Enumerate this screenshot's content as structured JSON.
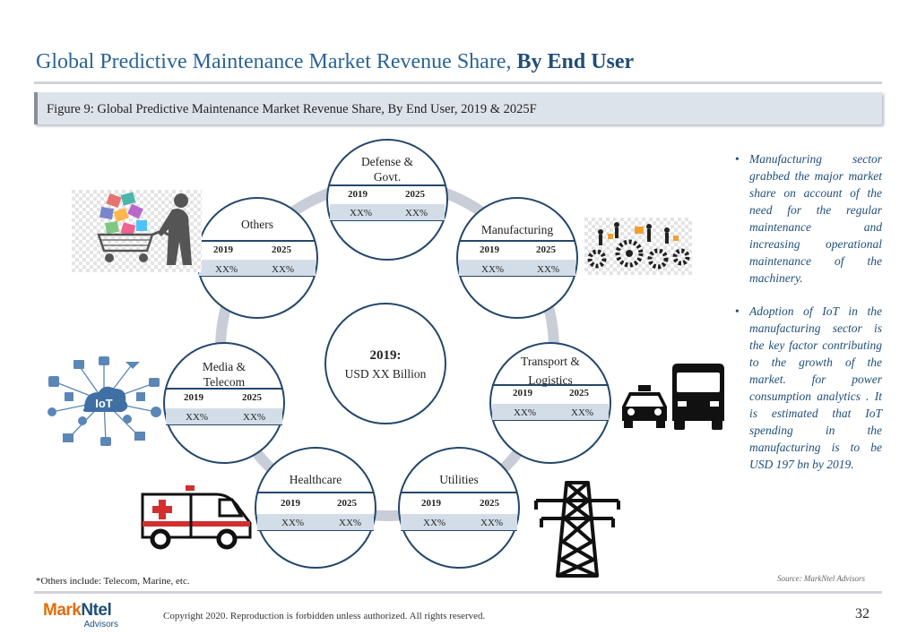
{
  "page": {
    "title_regular": "Global Predictive Maintenance Market Revenue Share, ",
    "title_bold": "By End User",
    "figure_caption": "Figure 9: Global Predictive Maintenance Market Revenue Share, By End User, 2019 & 2025F",
    "footnote": "*Others include: Telecom, Marine, etc.",
    "source": "Source: MarkNtel Advisors",
    "copyright": "Copyright 2020. Reproduction is forbidden unless authorized. All rights reserved.",
    "page_number": "32",
    "logo_part1": "Mark",
    "logo_part2": "Ntel",
    "logo_sub": "Advisors"
  },
  "center": {
    "title": "2019:",
    "value": "USD XX Billion"
  },
  "segments": [
    {
      "name_line1": "Defense &",
      "name_line2": "Govt.",
      "year1": "2019",
      "year2": "2025",
      "val1": "XX%",
      "val2": "XX%"
    },
    {
      "name_line1": "Manufacturing",
      "name_line2": "",
      "year1": "2019",
      "year2": "2025",
      "val1": "XX%",
      "val2": "XX%"
    },
    {
      "name_line1": "Transport &",
      "name_line2": "Logistics",
      "year1": "2019",
      "year2": "2025",
      "val1": "XX%",
      "val2": "XX%"
    },
    {
      "name_line1": "Utilities",
      "name_line2": "",
      "year1": "2019",
      "year2": "2025",
      "val1": "XX%",
      "val2": "XX%"
    },
    {
      "name_line1": "Healthcare",
      "name_line2": "",
      "year1": "2019",
      "year2": "2025",
      "val1": "XX%",
      "val2": "XX%"
    },
    {
      "name_line1": "Media &",
      "name_line2": "Telecom",
      "year1": "2019",
      "year2": "2025",
      "val1": "XX%",
      "val2": "XX%"
    },
    {
      "name_line1": "Others",
      "name_line2": "",
      "year1": "2019",
      "year2": "2025",
      "val1": "XX%",
      "val2": "XX%"
    }
  ],
  "bullets": [
    "Manufacturing sector grabbed the major market share on account of the need for the regular maintenance and increasing operational maintenance of the machinery.",
    "Adoption of IoT in the manufacturing sector is the key factor contributing to the growth of the market. for power consumption analytics . It is estimated that IoT spending in the manufacturing is to be USD 197 bn by 2019."
  ],
  "icons": [
    "shopping-cart-icon",
    "gears-workers-icon",
    "iot-network-icon",
    "taxi-bus-icon",
    "ambulance-icon",
    "power-tower-icon"
  ],
  "colors": {
    "title_blue": "#2a6496",
    "circle_border": "#24476b",
    "ring_gray": "#c8cdd8",
    "band_light": "#d3dde8",
    "logo_orange": "#e36c0a"
  }
}
